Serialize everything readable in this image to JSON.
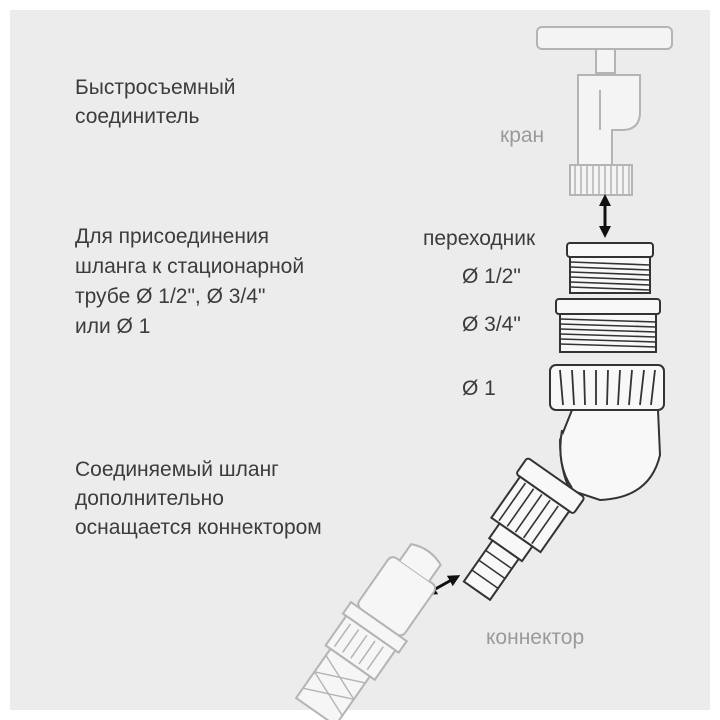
{
  "title_lines": [
    "Быстросъемный",
    "соединитель"
  ],
  "info_lines": [
    "Для присоединения",
    "шланга к стационарной",
    "трубе Ø 1/2\", Ø 3/4\"",
    "или Ø 1"
  ],
  "hose_lines": [
    "Соединяемый шланг",
    "дополнительно",
    "оснащается коннектором"
  ],
  "labels": {
    "tap": "кран",
    "adapter": "переходник",
    "size_half": "Ø 1/2\"",
    "size_three_quarter": "Ø 3/4\"",
    "size_one": "Ø 1",
    "connector": "коннектор"
  },
  "colors": {
    "background": "#ececec",
    "text": "#3c3c3c",
    "light_text": "#9a9a9a",
    "line": "#333333",
    "faded_line": "#b4b4b4"
  }
}
